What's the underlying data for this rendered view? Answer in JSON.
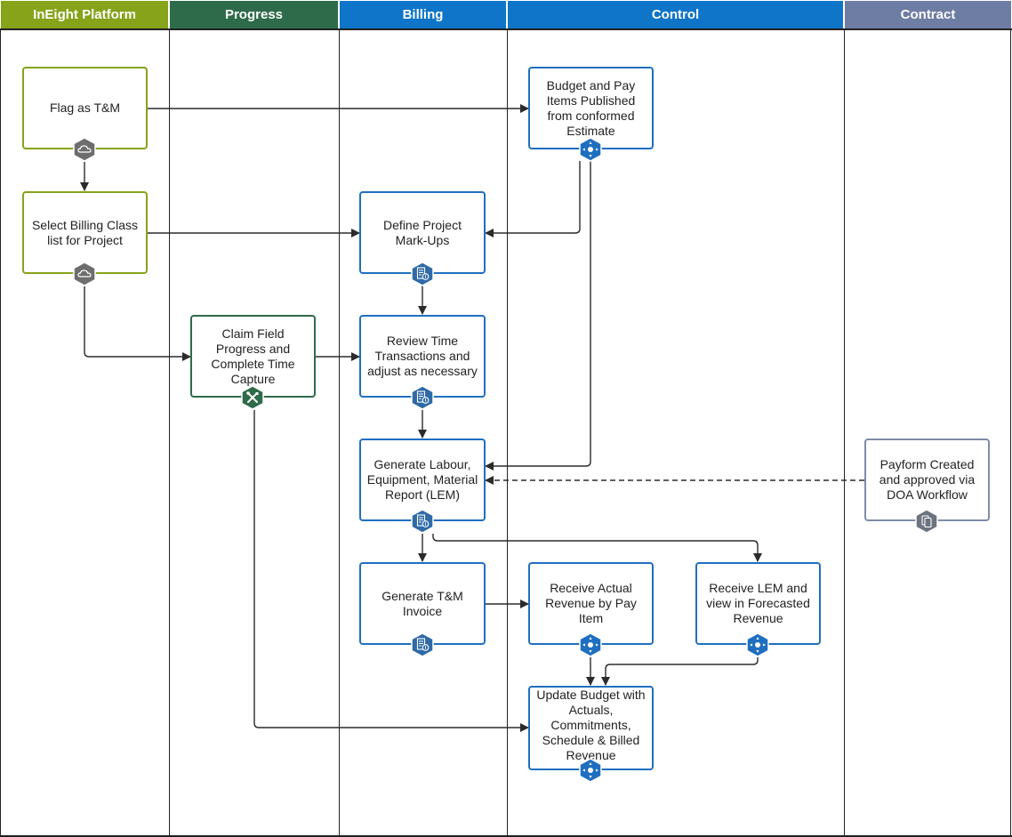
{
  "lanes": [
    {
      "id": "ineight",
      "label": "InEight Platform",
      "color": "#86a31a"
    },
    {
      "id": "progress",
      "label": "Progress",
      "color": "#2e6b4a"
    },
    {
      "id": "billing",
      "label": "Billing",
      "color": "#0f75c8"
    },
    {
      "id": "control",
      "label": "Control",
      "color": "#0f75c8"
    },
    {
      "id": "contract",
      "label": "Contract",
      "color": "#6e7da3"
    }
  ],
  "nodes": {
    "flag_tm": {
      "label": "Flag as T&M",
      "icon": "cloud-icon"
    },
    "select_billing": {
      "label": "Select Billing Class\nlist for Project",
      "icon": "cloud-icon"
    },
    "claim_progress": {
      "label": "Claim Field\nProgress and\nComplete Time\nCapture",
      "icon": "tools-icon"
    },
    "define_markups": {
      "label": "Define Project\nMark-Ups",
      "icon": "billing-doc-icon"
    },
    "review_time": {
      "label": "Review Time\nTransactions and\nadjust as necessary",
      "icon": "billing-doc-icon"
    },
    "generate_lem": {
      "label": "Generate Labour,\nEquipment, Material\nReport (LEM)",
      "icon": "billing-doc-icon"
    },
    "generate_invoice": {
      "label": "Generate T&M\nInvoice",
      "icon": "billing-doc-icon"
    },
    "budget_published": {
      "label": "Budget and Pay\nItems Published\nfrom conformed\nEstimate",
      "icon": "control-compass-icon"
    },
    "receive_actual": {
      "label": "Receive Actual\nRevenue by Pay\nItem",
      "icon": "control-compass-icon"
    },
    "receive_lem": {
      "label": "Receive LEM and\nview in Forecasted\nRevenue",
      "icon": "control-compass-icon"
    },
    "update_budget": {
      "label": "Update Budget with\nActuals,\nCommitments,\nSchedule & Billed\nRevenue",
      "icon": "control-compass-icon"
    },
    "payform": {
      "label": "Payform Created\nand approved via\nDOA Workflow",
      "icon": "contract-docs-icon"
    }
  },
  "colors": {
    "platform": "#86a31a",
    "progress": "#2e6b4a",
    "billing": "#1f6fc0",
    "contract": "#7f8ca8",
    "platform_icon": "#6d6d6d",
    "billing_icon": "#2f6aa6",
    "control_icon": "#1f6fc0",
    "progress_icon": "#2e6b4a",
    "contract_icon": "#6e7380",
    "line": "#2b2b2b"
  }
}
